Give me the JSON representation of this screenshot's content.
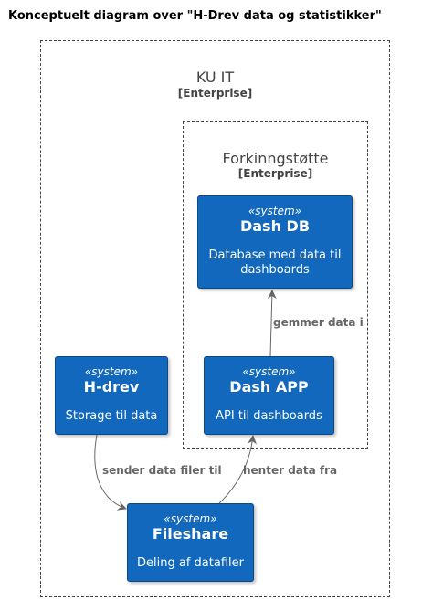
{
  "title": "Konceptuelt diagram over \"H-Drev data og statistikker\"",
  "boundaries": {
    "outer": {
      "name": "KU IT",
      "type": "[Enterprise]"
    },
    "inner": {
      "name": "Forkinngstøtte",
      "type": "[Enterprise]"
    }
  },
  "systems": {
    "dash_db": {
      "stereotype": "«system»",
      "name": "Dash DB",
      "description": "Database med data til dashboards"
    },
    "dash_app": {
      "stereotype": "«system»",
      "name": "Dash APP",
      "description": "API til dashboards"
    },
    "hdrev": {
      "stereotype": "«system»",
      "name": "H-drev",
      "description": "Storage til data"
    },
    "fileshare": {
      "stereotype": "«system»",
      "name": "Fileshare",
      "description": "Deling af datafiler"
    }
  },
  "relations": {
    "app_to_db": "gemmer data i",
    "hdrev_to_fileshare": "sender data filer til",
    "fileshare_to_app": "henter data fra"
  },
  "colors": {
    "system_fill": "#1168bd",
    "system_border": "#0b4884",
    "boundary": "#444444",
    "arrow": "#666666"
  }
}
